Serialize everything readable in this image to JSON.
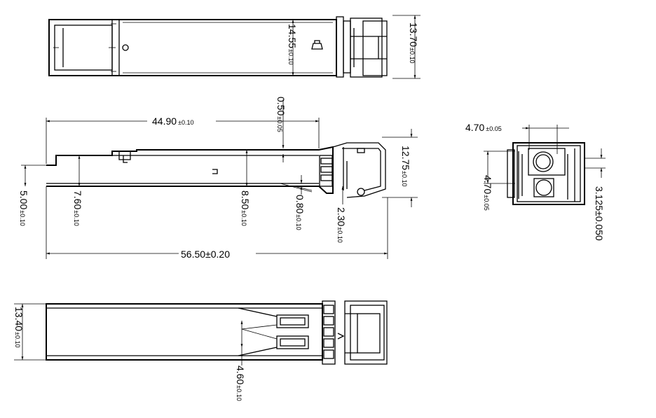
{
  "top_view": {
    "dims": [
      {
        "value": "14.55",
        "tol": "±0.10"
      },
      {
        "value": "13.70",
        "tol": "±0.10"
      }
    ]
  },
  "side_view": {
    "dims": [
      {
        "value": "44.90",
        "tol": "±0.10"
      },
      {
        "value": "0.50",
        "tol": "±0.05"
      },
      {
        "value": "12.75",
        "tol": "±0.10"
      },
      {
        "value": "5.00",
        "tol": "±0.10"
      },
      {
        "value": "7.60",
        "tol": "±0.10"
      },
      {
        "value": "8.50",
        "tol": "±0.10"
      },
      {
        "value": "0.80",
        "tol": "±0.10"
      },
      {
        "value": "2.30",
        "tol": "±0.10"
      },
      {
        "value": "56.50",
        "tol": "±0.20"
      }
    ]
  },
  "end_view": {
    "dims": [
      {
        "value": "4.70",
        "tol": "±0.05"
      },
      {
        "value": "4.70",
        "tol": "±0.05"
      },
      {
        "value": "3.125",
        "tol": "±0.050"
      }
    ]
  },
  "bottom_view": {
    "dims": [
      {
        "value": "13.40",
        "tol": "±0.10"
      },
      {
        "value": "4.60",
        "tol": "±0.10"
      }
    ]
  }
}
